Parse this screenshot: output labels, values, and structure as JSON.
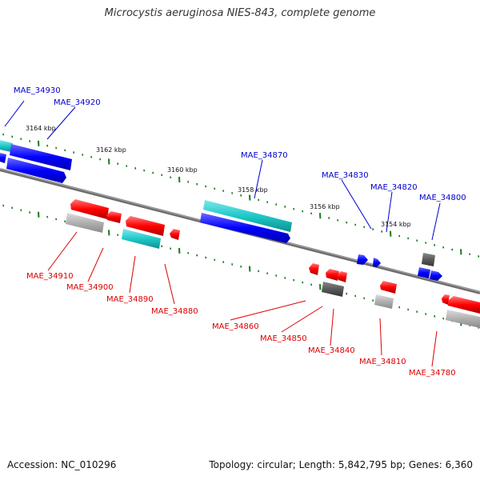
{
  "title": "Microcystis aeruginosa NIES-843, complete genome",
  "accession_text": "Accession: NC_010296",
  "summary_text": "Topology: circular; Length: 5,842,795 bp; Genes: 6,360",
  "colors": {
    "backbone": "#777777",
    "tick": "#1a7a1a",
    "label_forward": "#0000cc",
    "label_reverse": "#dd0000",
    "feature_blue": "#0000ff",
    "feature_cyan": "#18c8c8",
    "feature_red": "#ff0000",
    "feature_gray": "#a8a8a8",
    "feature_darkgray": "#555555"
  },
  "ruler": {
    "ticks_kbp": [
      "3164 kbp",
      "3162 kbp",
      "3160 kbp",
      "3158 kbp",
      "3156 kbp",
      "3154 kbp"
    ]
  },
  "forward_genes": [
    "MAE_34930",
    "MAE_34920",
    "MAE_34870",
    "MAE_34830",
    "MAE_34820",
    "MAE_34800"
  ],
  "reverse_genes": [
    "MAE_34910",
    "MAE_34900",
    "MAE_34890",
    "MAE_34880",
    "MAE_34860",
    "MAE_34850",
    "MAE_34840",
    "MAE_34810",
    "MAE_34780"
  ]
}
